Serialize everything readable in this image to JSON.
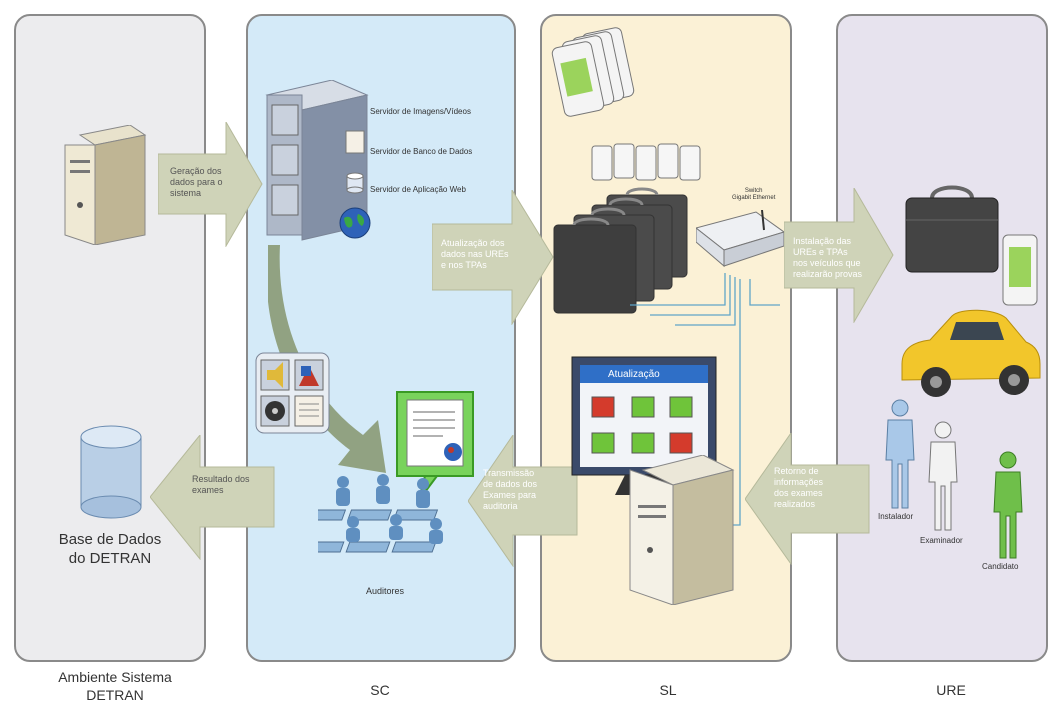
{
  "panels": {
    "detran_label": "Ambiente Sistema\nDETRAN",
    "sc_label": "SC",
    "sl_label": "SL",
    "ure_label": "URE"
  },
  "arrows": {
    "geracao": "Geração dos\ndados para o\nsistema",
    "atualizacao": "Atualização dos\ndados nas UREs\ne nos TPAs",
    "instalacao": "Instalação das\nUREs e TPAs\nnos veículos que\nrealizarão provas",
    "resultado": "Resultado dos\nexames",
    "transmissao": "Transmissão\nde dados dos\nExames para\nauditoria",
    "retorno": "Retorno de\ninformações\ndos exames\nrealizados"
  },
  "labels": {
    "servidor_imagem": "Servidor de Imagens/Vídeos",
    "servidor_banco": "Servidor de Banco de Dados",
    "servidor_web": "Servidor de Aplicação Web",
    "base_dados": "Base de Dados\ndo DETRAN",
    "auditores": "Auditores",
    "atualizacao_screen": "Atualização",
    "switch": "Switch\nGigabit Ethernet",
    "instalador": "Instalador",
    "examinador": "Examinador",
    "candidato": "Candidato"
  },
  "colors": {
    "arrow_fill": "#cfd3b8",
    "arrow_text": "#ffffff",
    "sc_bg": "#d4eaf8",
    "sl_bg": "#fbf1d6",
    "ure_bg": "#e7e3ee",
    "detran_bg": "#ececee"
  }
}
